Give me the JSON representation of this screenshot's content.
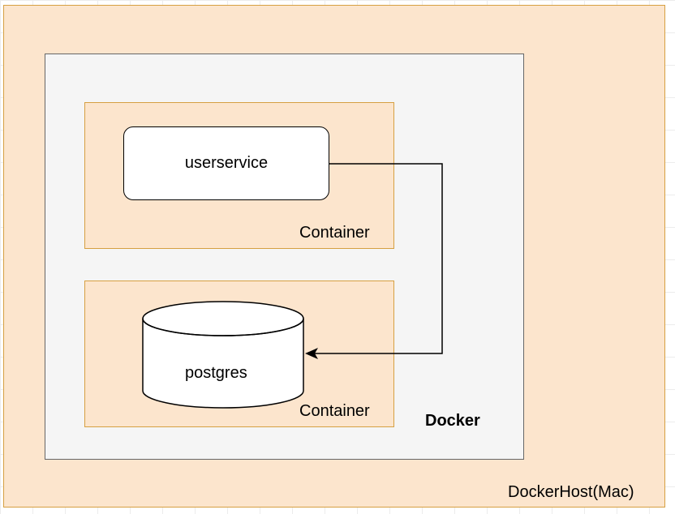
{
  "host": {
    "label": "DockerHost(Mac)"
  },
  "docker": {
    "label": "Docker"
  },
  "containers": [
    {
      "label": "Container",
      "service": "userservice"
    },
    {
      "label": "Container",
      "service": "postgres"
    }
  ],
  "colors": {
    "host_fill": "#fce5cd",
    "host_stroke": "#d6a042",
    "docker_fill": "#f5f5f5",
    "docker_stroke": "#666666",
    "node_fill": "#ffffff",
    "edge": "#000000"
  },
  "edges": [
    {
      "from": "userservice",
      "to": "postgres"
    }
  ]
}
